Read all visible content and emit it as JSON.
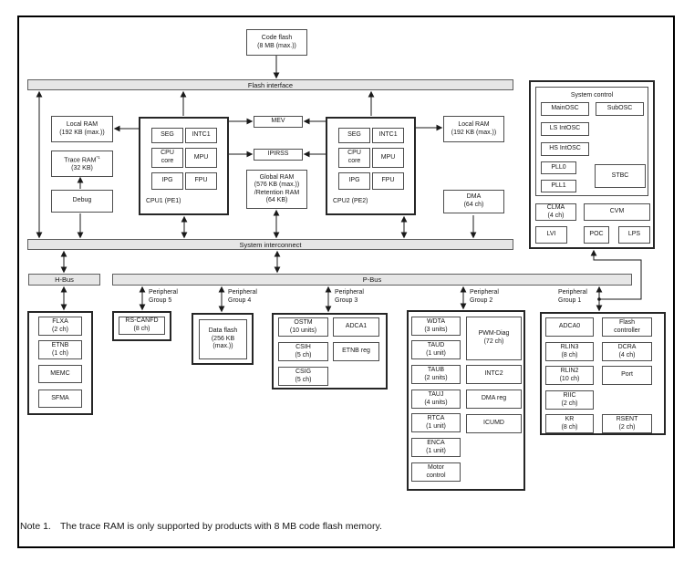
{
  "diagram": {
    "code_flash": [
      "Code flash",
      "(8 MB (max.))"
    ],
    "buses": {
      "flash_interface": "Flash interface",
      "system_interconnect": "System interconnect",
      "h_bus": "H-Bus",
      "p_bus": "P-Bus"
    },
    "left": {
      "local_ram": [
        "Local RAM",
        "(192 KB (max.))"
      ],
      "trace_ram": {
        "name": "Trace RAM",
        "sup": "*1",
        "size": "(32 KB)"
      },
      "debug": "Debug"
    },
    "cpu1": {
      "label": "CPU1 (PE1)",
      "seg": "SEG",
      "intc1": "INTC1",
      "core": [
        "CPU",
        "core"
      ],
      "mpu": "MPU",
      "ipg": "IPG",
      "fpu": "FPU"
    },
    "cpu2": {
      "label": "CPU2 (PE2)",
      "seg": "SEG",
      "intc1": "INTC1",
      "core": [
        "CPU",
        "core"
      ],
      "mpu": "MPU",
      "ipg": "IPG",
      "fpu": "FPU"
    },
    "mid": {
      "mev": "MEV",
      "ipirss": "IPIRSS",
      "global_ram": [
        "Global RAM",
        "(576 KB (max.))",
        "/Retention RAM",
        "(64 KB)"
      ]
    },
    "right": {
      "local_ram": [
        "Local RAM",
        "(192 KB (max.))"
      ],
      "dma": [
        "DMA",
        "(64 ch)"
      ]
    },
    "system_control": {
      "title": "System control",
      "mainosc": "MainOSC",
      "subosc": "SubOSC",
      "ls_intosc": "LS IntOSC",
      "hs_intosc": "HS IntOSC",
      "pll0": "PLL0",
      "pll1": "PLL1",
      "stbc": "STBC",
      "clma": [
        "CLMA",
        "(4 ch)"
      ],
      "cvm": "CVM",
      "lvi": "LVI",
      "poc": "POC",
      "lps": "LPS"
    },
    "group_labels": {
      "g5": [
        "Peripheral",
        "Group 5"
      ],
      "g4": [
        "Peripheral",
        "Group 4"
      ],
      "g3": [
        "Peripheral",
        "Group 3"
      ],
      "g2": [
        "Peripheral",
        "Group 2"
      ],
      "g1": [
        "Peripheral",
        "Group 1"
      ]
    },
    "hbus_block": {
      "flxa": [
        "FLXA",
        "(2 ch)"
      ],
      "etnb": [
        "ETNB",
        "(1 ch)"
      ],
      "memc": "MEMC",
      "sfma": "SFMA"
    },
    "g5_block": {
      "rs_canfd": [
        "RS-CANFD",
        "(8 ch)"
      ]
    },
    "g4_block": {
      "data_flash": [
        "Data flash",
        "(256 KB",
        "(max.))"
      ]
    },
    "g3_block": {
      "ostm": [
        "OSTM",
        "(10 units)"
      ],
      "adca1": "ADCA1",
      "csih": [
        "CSIH",
        "(5 ch)"
      ],
      "etnb_reg": "ETNB reg",
      "csig": [
        "CSIG",
        "(5 ch)"
      ]
    },
    "g2_block": {
      "wdta": [
        "WDTA",
        "(3 units)"
      ],
      "taud": [
        "TAUD",
        "(1 unit)"
      ],
      "taub": [
        "TAUB",
        "(2 units)"
      ],
      "tauj": [
        "TAUJ",
        "(4 units)"
      ],
      "rtca": [
        "RTCA",
        "(1 unit)"
      ],
      "enca": [
        "ENCA",
        "(1 unit)"
      ],
      "motor": [
        "Motor",
        "control"
      ],
      "pwm_diag": [
        "PWM-Diag",
        "(72 ch)"
      ],
      "intc2": "INTC2",
      "dma_reg": "DMA reg",
      "icumd": "ICUMD"
    },
    "g1_block": {
      "adca0": "ADCA0",
      "flash_controller": [
        "Flash",
        "controller"
      ],
      "rlin3": [
        "RLIN3",
        "(8 ch)"
      ],
      "dcra": [
        "DCRA",
        "(4 ch)"
      ],
      "rlin2": [
        "RLIN2",
        "(10 ch)"
      ],
      "port": "Port",
      "riic": [
        "RIIC",
        "(2 ch)"
      ],
      "kr": [
        "KR",
        "(8 ch)"
      ],
      "rsent": [
        "RSENT",
        "(2 ch)"
      ]
    },
    "note": {
      "label": "Note 1.",
      "text": "The trace RAM is only supported by products with 8 MB code flash memory."
    },
    "colors": {
      "bus_fill": "#e6e6e6",
      "box_border": "#4d4d4d",
      "line": "#1a1a1a",
      "background": "#ffffff"
    }
  }
}
